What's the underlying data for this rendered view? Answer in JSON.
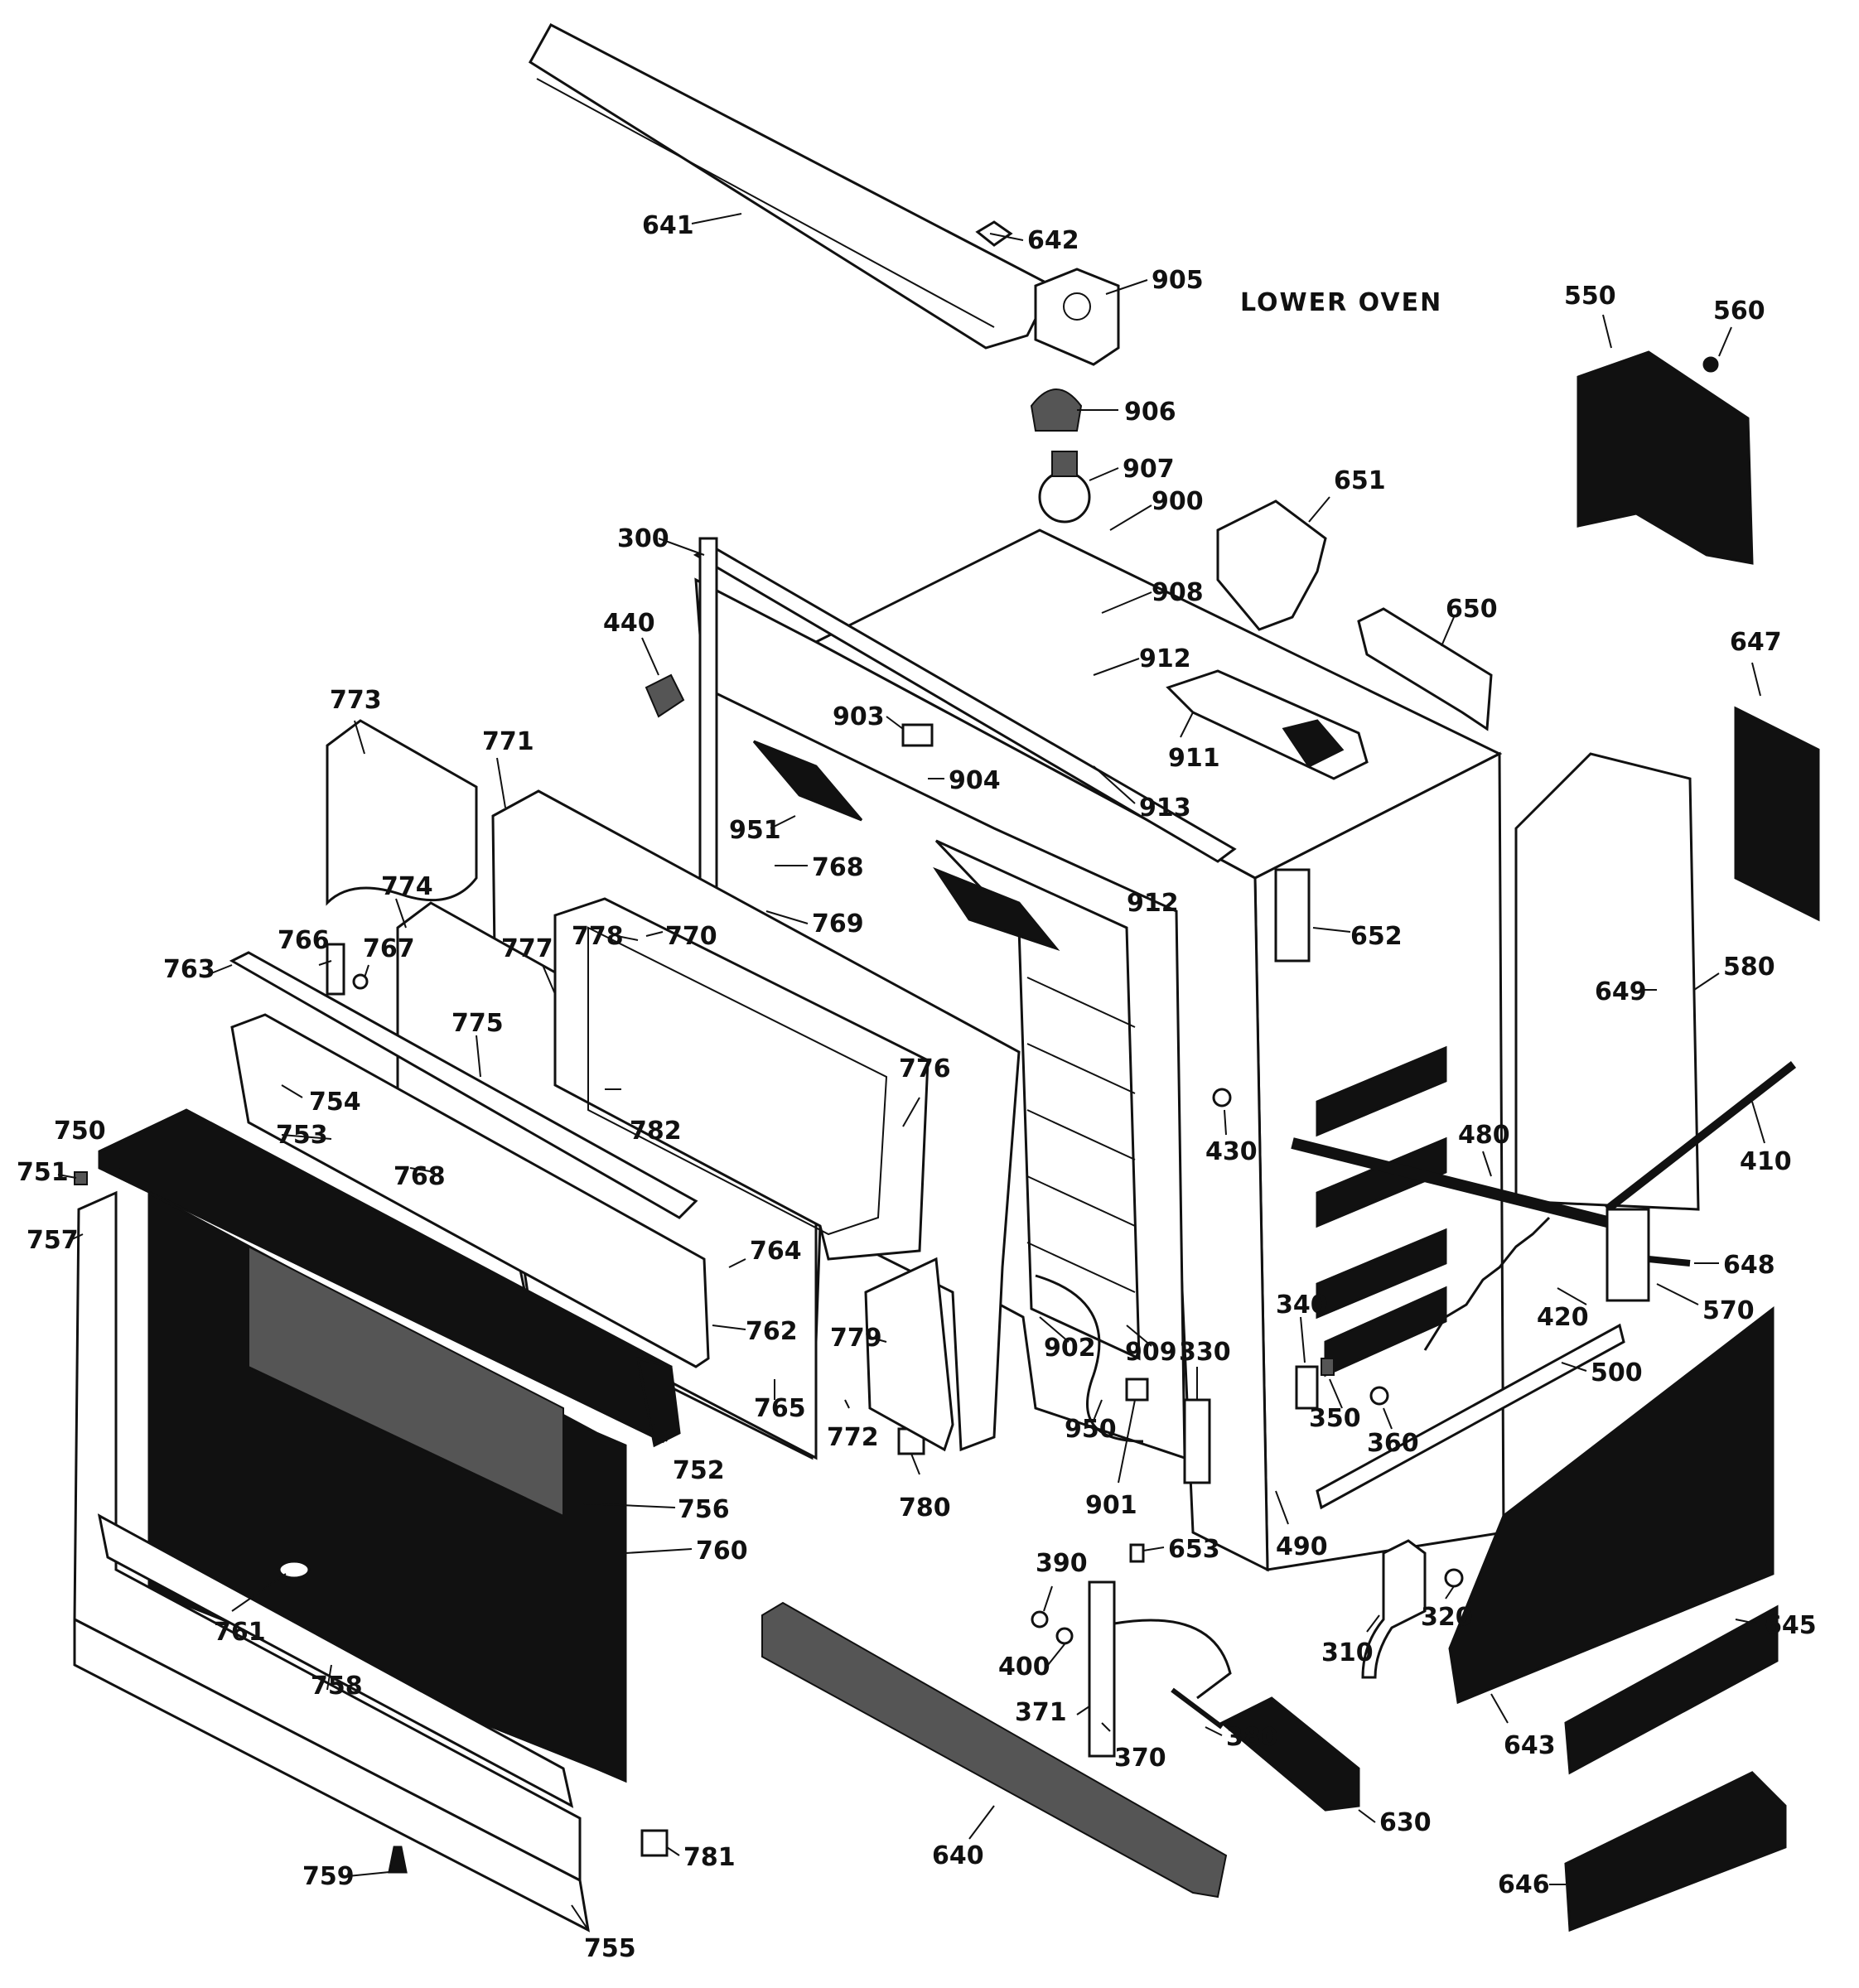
{
  "title": "LOWER OVEN",
  "parts": [
    "641",
    "642",
    "905",
    "906",
    "907",
    "900",
    "300",
    "440",
    "651",
    "908",
    "912",
    "903",
    "904",
    "911",
    "913",
    "951",
    "768",
    "769",
    "773",
    "771",
    "778",
    "770",
    "774",
    "766",
    "767",
    "763",
    "777",
    "775",
    "776",
    "754",
    "753",
    "782",
    "750",
    "751",
    "757",
    "764",
    "762",
    "779",
    "765",
    "772",
    "752",
    "756",
    "760",
    "780",
    "761",
    "758",
    "759",
    "781",
    "755",
    "550",
    "560",
    "647",
    "650",
    "652",
    "649",
    "580",
    "410",
    "480",
    "430",
    "648",
    "570",
    "420",
    "340",
    "350",
    "360",
    "500",
    "902",
    "909",
    "330",
    "950",
    "901",
    "490",
    "653",
    "390",
    "400",
    "371",
    "370",
    "380",
    "630",
    "640",
    "310",
    "320",
    "645",
    "643",
    "646"
  ]
}
